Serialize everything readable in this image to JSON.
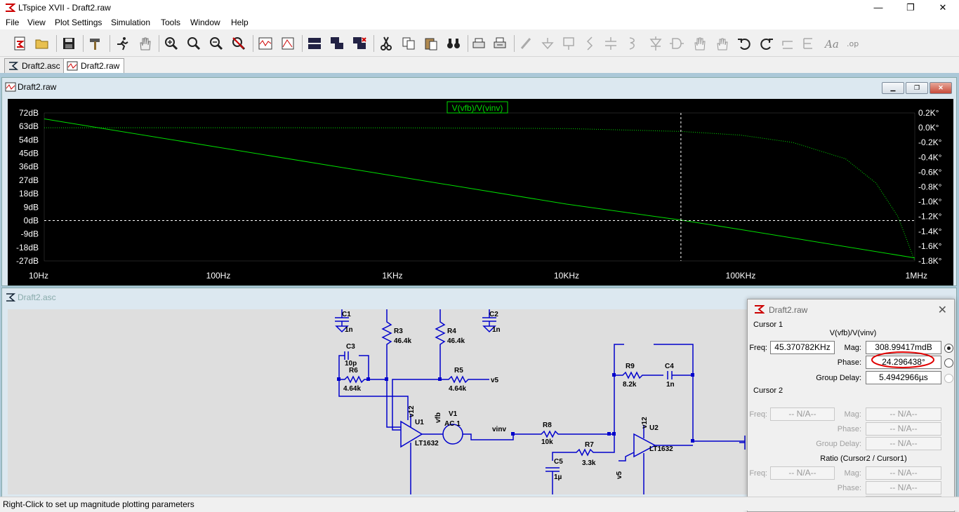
{
  "window": {
    "title": "LTspice XVII - Draft2.raw",
    "minimize": "—",
    "maximize": "❐",
    "close": "✕"
  },
  "menu": [
    "File",
    "View",
    "Plot Settings",
    "Simulation",
    "Tools",
    "Window",
    "Help"
  ],
  "tabs": [
    {
      "label": "Draft2.asc",
      "icon": "schematic-icon"
    },
    {
      "label": "Draft2.raw",
      "icon": "waveform-icon",
      "active": true
    }
  ],
  "plot_window": {
    "title": "Draft2.raw"
  },
  "schematic_window": {
    "title": "Draft2.asc"
  },
  "colors": {
    "trace": "#00dd00",
    "plot_bg": "#000000",
    "axis_text": "#ffffff",
    "wire": "#0000cc",
    "schematic_bg": "#dedede"
  },
  "chart_data": {
    "type": "line",
    "title": "V(vfb)/V(vinv)",
    "x_scale": "log",
    "xlim": [
      10,
      1000000
    ],
    "x_ticks": [
      "10Hz",
      "100Hz",
      "1KHz",
      "10KHz",
      "100KHz",
      "1MHz"
    ],
    "y_left_ticks": [
      "72dB",
      "63dB",
      "54dB",
      "45dB",
      "36dB",
      "27dB",
      "18dB",
      "9dB",
      "0dB",
      "-9dB",
      "-18dB",
      "-27dB"
    ],
    "y_left_lim": [
      -27,
      72
    ],
    "y_right_ticks": [
      "0.2K°",
      "0.0K°",
      "-0.2K°",
      "-0.4K°",
      "-0.6K°",
      "-0.8K°",
      "-1.0K°",
      "-1.2K°",
      "-1.4K°",
      "-1.6K°",
      "-1.8K°"
    ],
    "y_right_lim": [
      -1800,
      200
    ],
    "series": [
      {
        "axis": "left",
        "style": "solid",
        "x": [
          10,
          100,
          1000,
          10000,
          45370,
          100000,
          1000000
        ],
        "y": [
          68,
          49,
          30,
          11,
          0.3,
          -6,
          -25
        ]
      },
      {
        "axis": "right",
        "style": "dotted",
        "x": [
          10,
          100,
          1000,
          10000,
          45370,
          100000,
          200000,
          400000,
          600000,
          800000,
          1000000
        ],
        "y": [
          0,
          0,
          -1,
          -11,
          -50,
          -100,
          -200,
          -420,
          -750,
          -1200,
          -1800
        ]
      }
    ],
    "cursor": {
      "x": 45370.782,
      "y": 0
    }
  },
  "cursor_panel": {
    "title": "Draft2.raw",
    "cursor1_label": "Cursor 1",
    "trace_name": "V(vfb)/V(vinv)",
    "freq_label": "Freq:",
    "freq": "45.370782KHz",
    "mag_label": "Mag:",
    "mag": "308.99417mdB",
    "phase_label": "Phase:",
    "phase": "24.296438°",
    "gd_label": "Group Delay:",
    "gd": "5.4942966µs",
    "cursor2_label": "Cursor 2",
    "na": "-- N/A--",
    "ratio_label": "Ratio (Cursor2 / Cursor1)"
  },
  "schematic": {
    "labels": [
      "C1",
      "1n",
      "R3",
      "46.4k",
      "R4",
      "46.4k",
      "C2",
      "1n",
      "C3",
      "10p",
      "R6",
      "4.64k",
      "R5",
      "4.64k",
      "v5",
      "v12",
      "U1",
      "LT1632",
      "vfb",
      "V1",
      "AC 1",
      "vinv",
      "R8",
      "10k",
      "R7",
      "3.3k",
      "C5",
      "1µ",
      "v5",
      "v12",
      "U2",
      "LT1632",
      "R9",
      "8.2k",
      "C4",
      "1n"
    ]
  },
  "status": "Right-Click to set up magnitude plotting parameters"
}
